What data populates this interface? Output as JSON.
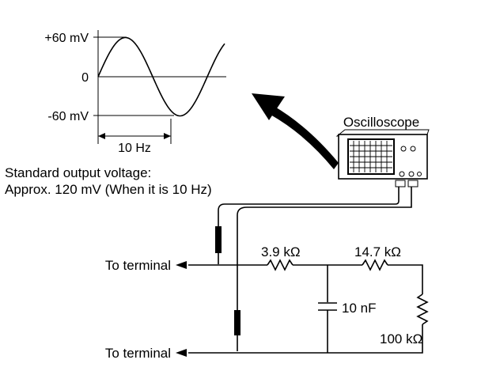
{
  "waveform": {
    "ticks": [
      "+60 mV",
      "0",
      "-60 mV"
    ],
    "period_label": "10 Hz",
    "amplitude_mV": 60,
    "frequency_Hz": 10
  },
  "note": {
    "line1": "Standard output voltage:",
    "line2": "Approx. 120 mV (When it is 10 Hz)"
  },
  "oscilloscope": {
    "label": "Oscilloscope"
  },
  "circuit": {
    "terminal_top": "To terminal",
    "terminal_bottom": "To terminal",
    "r1": "3.9 kΩ",
    "r2": "14.7 kΩ",
    "r3": "100 kΩ",
    "c1": "10 nF"
  },
  "colors": {
    "ink": "#000000",
    "background": "#ffffff",
    "grid": "#000000"
  }
}
